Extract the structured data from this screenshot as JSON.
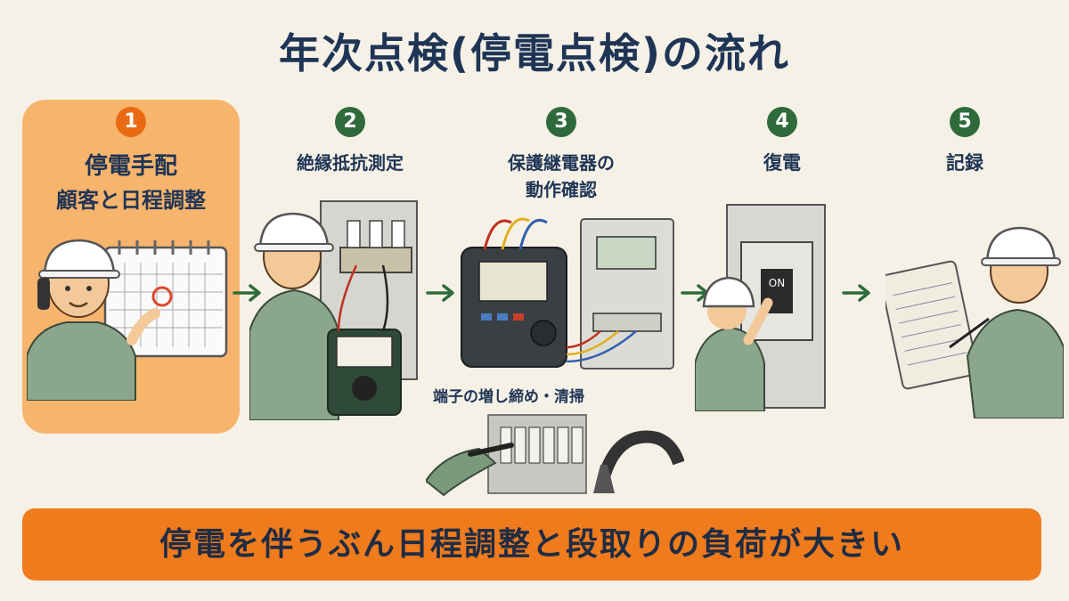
{
  "title": "年次点検(停電点検)の流れ",
  "steps": [
    {
      "number": "1",
      "line1": "停電手配",
      "line2": "顧客と日程調整"
    },
    {
      "number": "2",
      "line1": "絶縁抵抗測定"
    },
    {
      "number": "3",
      "line1": "保護継電器の",
      "line2": "動作確認"
    },
    {
      "number": "4",
      "line1": "復電"
    },
    {
      "number": "5",
      "line1": "記録"
    }
  ],
  "sub_task": "端子の増し締め・清掃",
  "illustration_text": {
    "on_label": "ON"
  },
  "banner": "停電を伴うぶん日程調整と段取りの負荷が大きい",
  "colors": {
    "active_bg": "#f7b46c",
    "banner_bg": "#f07b1c",
    "step1_badge": "#e96a12",
    "step_badge": "#2f6b3a",
    "arrow": "#2f6b3a"
  },
  "icons": [
    "calendar-icon",
    "phone-icon",
    "insulation-tester-icon",
    "relay-tester-icon",
    "breaker-switch-icon",
    "clipboard-icon",
    "screwdriver-icon",
    "vacuum-nozzle-icon",
    "arrow-right-icon"
  ]
}
